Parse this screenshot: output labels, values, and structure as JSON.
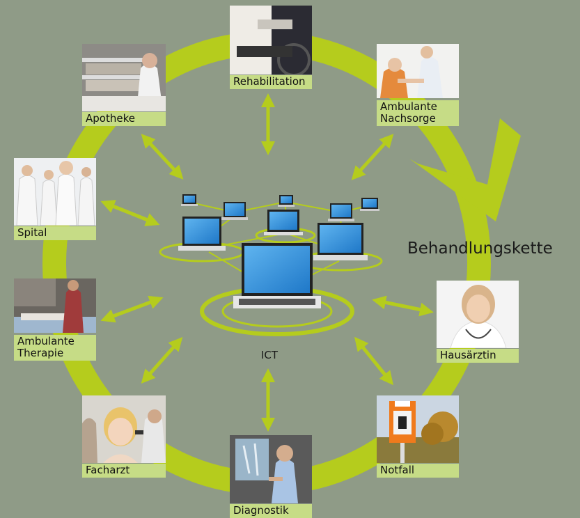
{
  "title": "Behandlungskette",
  "center_label": "ICT",
  "colors": {
    "background": "#8f9b87",
    "ring": "#b5cc1d",
    "label_bg": "#c6dc86",
    "screen": "#3d9be0"
  },
  "nodes": {
    "rehabilitation": {
      "label": "Rehabilitation",
      "icon": "wheelchair-photo"
    },
    "apotheke": {
      "label": "Apotheke",
      "icon": "pharmacy-photo"
    },
    "nachsorge": {
      "label": "Ambulante\nNachsorge",
      "icon": "nurse-care-photo"
    },
    "spital": {
      "label": "Spital",
      "icon": "hospital-staff-photo"
    },
    "therapie": {
      "label": "Ambulante\nTherapie",
      "icon": "physiotherapy-photo"
    },
    "hausaerztin": {
      "label": "Hausärztin",
      "icon": "doctor-portrait-photo"
    },
    "facharzt": {
      "label": "Facharzt",
      "icon": "ear-exam-photo"
    },
    "diagnostik": {
      "label": "Diagnostik",
      "icon": "xray-photo"
    },
    "notfall": {
      "label": "Notfall",
      "icon": "sos-phone-photo"
    }
  }
}
